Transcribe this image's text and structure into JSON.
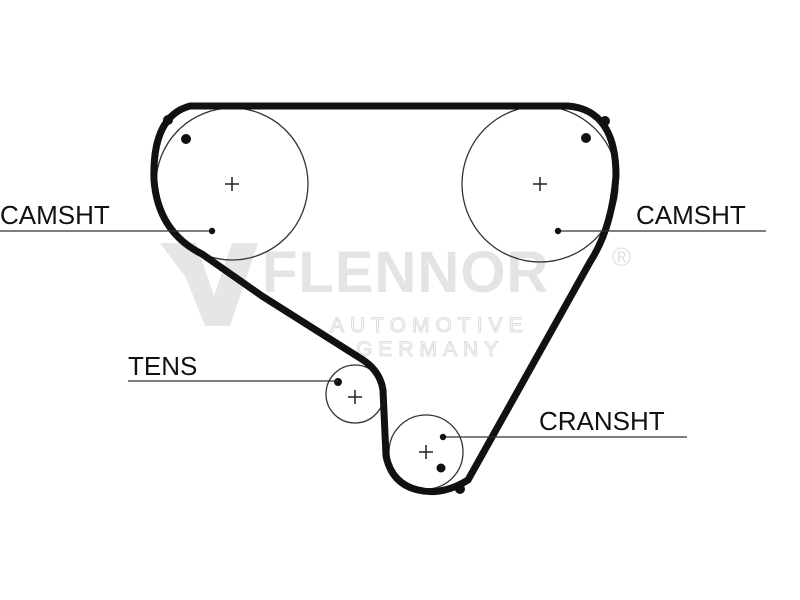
{
  "labels": {
    "camshaft_left": "CAMSHT",
    "camshaft_right": "CAMSHT",
    "tensioner": "TENS",
    "crankshaft": "CRANSHT"
  },
  "watermark": {
    "brand": "FLENNOR",
    "registered": "®",
    "line1": "AUTOMOTIVE",
    "line2": "GERMANY"
  },
  "colors": {
    "belt": "#111111",
    "pulley": "#222222",
    "watermark": "#e4e4e4"
  }
}
